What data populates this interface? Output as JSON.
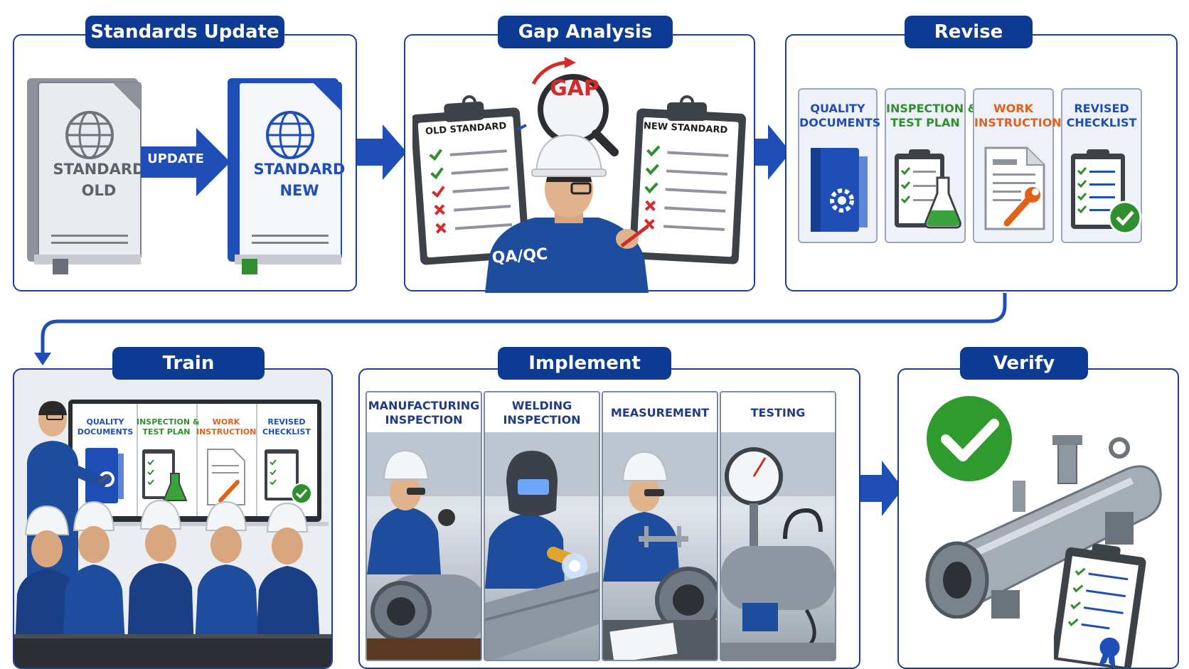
{
  "colors": {
    "navy": "#0d3a93",
    "blue": "#1f4fb6",
    "check_green": "#2f8f2f",
    "cross_red": "#d42a2a",
    "orange": "#e0621a",
    "gray": "#6e7480"
  },
  "stages": {
    "standards_update": {
      "title": "Standards Update",
      "old_book_line1": "STANDARD",
      "old_book_line2": "OLD",
      "update_label": "UPDATE",
      "new_book_line1": "STANDARD",
      "new_book_line2": "NEW",
      "icons": [
        "globe-icon",
        "bookmark-icon",
        "arrow-right-icon"
      ]
    },
    "gap_analysis": {
      "title": "Gap Analysis",
      "old_clipboard": "OLD STANDARD",
      "new_clipboard": "NEW STANDARD",
      "gap_label": "GAP",
      "inspector_label": "QA/QC",
      "icons": [
        "clipboard-icon",
        "magnifier-icon",
        "check-icon",
        "cross-icon",
        "hard-hat-icon"
      ]
    },
    "revise": {
      "title": "Revise",
      "cards": [
        {
          "line1": "QUALITY",
          "line2": "DOCUMENTS",
          "color": "#1f4fb6",
          "icon": "binder-gear-icon"
        },
        {
          "line1": "INSPECTION &",
          "line2": "TEST PLAN",
          "color": "#2f8f2f",
          "icon": "clipboard-flask-icon"
        },
        {
          "line1": "WORK",
          "line2": "INSTRUCTION",
          "color": "#e0621a",
          "icon": "document-wrench-icon"
        },
        {
          "line1": "REVISED",
          "line2": "CHECKLIST",
          "color": "#1f4fb6",
          "icon": "checklist-check-icon"
        }
      ]
    },
    "train": {
      "title": "Train",
      "board_cards": [
        {
          "line1": "QUALITY",
          "line2": "DOCUMENTS",
          "color": "#1f4fb6"
        },
        {
          "line1": "INSPECTION &",
          "line2": "TEST PLAN",
          "color": "#2f8f2f"
        },
        {
          "line1": "WORK",
          "line2": "INSTRUCTION",
          "color": "#e0621a"
        },
        {
          "line1": "REVISED",
          "line2": "CHECKLIST",
          "color": "#1f4fb6"
        }
      ],
      "icons": [
        "trainer-icon",
        "hard-hat-icon",
        "screen-icon"
      ]
    },
    "implement": {
      "title": "Implement",
      "steps": [
        {
          "line1": "MANUFACTURING",
          "line2": "INSPECTION",
          "icon": "inspector-gauge-icon"
        },
        {
          "line1": "WELDING",
          "line2": "INSPECTION",
          "icon": "welder-icon"
        },
        {
          "line1": "MEASUREMENT",
          "line2": "",
          "icon": "caliper-icon"
        },
        {
          "line1": "TESTING",
          "line2": "",
          "icon": "pressure-gauge-icon"
        }
      ]
    },
    "verify": {
      "title": "Verify",
      "icons": [
        "green-check-icon",
        "pressure-vessel-icon",
        "certificate-clipboard-icon"
      ]
    }
  }
}
